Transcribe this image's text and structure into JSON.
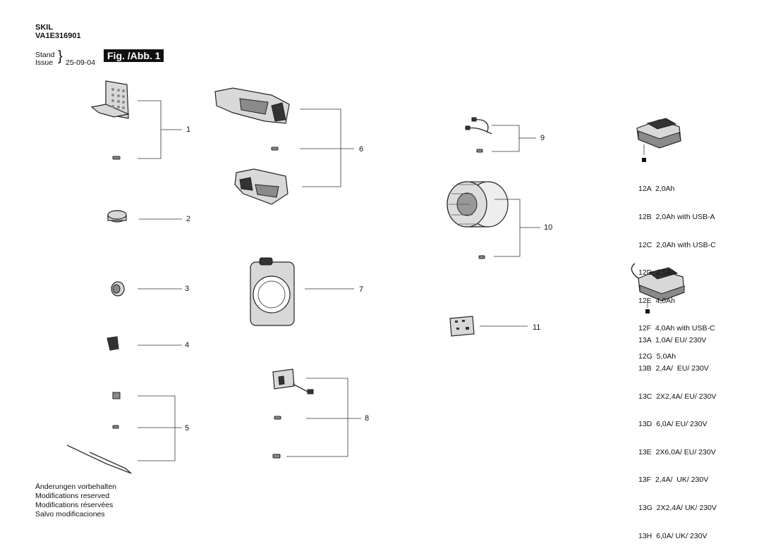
{
  "header": {
    "brand": "SKIL",
    "model": "VA1E316901",
    "stand_label": "Stand",
    "issue_label": "Issue",
    "issue_date": "25-09-04",
    "figure_label": "Fig. /Abb. 1"
  },
  "callouts": {
    "p1": "1",
    "p2": "2",
    "p3": "3",
    "p4": "4",
    "p5": "5",
    "p6": "6",
    "p7": "7",
    "p8": "8",
    "p9": "9",
    "p10": "10",
    "p11": "11"
  },
  "legend_batteries": [
    "12A  2,0Ah",
    "12B  2,0Ah with USB-A",
    "12C  2,0Ah with USB-C",
    "12D  2,5Ah",
    "12E  4,0Ah",
    "12F  4,0Ah with USB-C",
    "12G  5,0Ah"
  ],
  "legend_chargers": [
    "13A  1,0A/ EU/ 230V",
    "13B  2,4A/  EU/ 230V",
    "13C  2X2,4A/ EU/ 230V",
    "13D  6,0A/ EU/ 230V",
    "13E  2X6,0A/ EU/ 230V",
    "13F  2,4A/  UK/ 230V",
    "13G  2X2,4A/ UK/ 230V",
    "13H  6,0A/ UK/ 230V"
  ],
  "footer": [
    "Änderungen vorbehalten",
    "Modifications reserved",
    "Modifications réservées",
    "Salvo modificaciones"
  ]
}
